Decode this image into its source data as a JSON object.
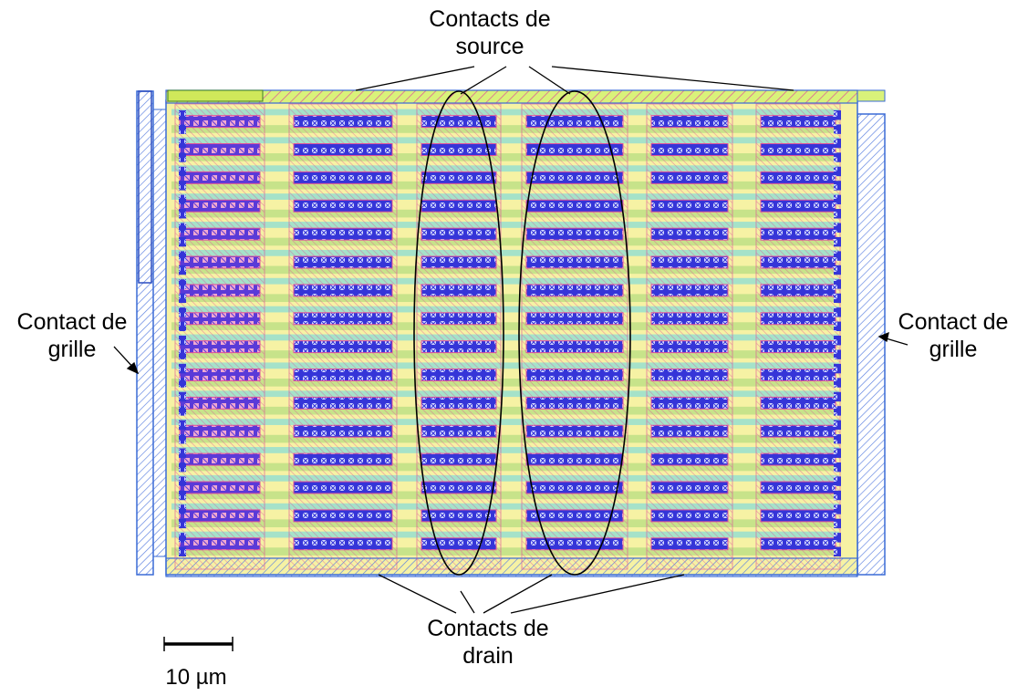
{
  "labels": {
    "source": [
      "Contacts de",
      "source"
    ],
    "drain": [
      "Contacts de",
      "drain"
    ],
    "gate_left": [
      "Contact de",
      "grille"
    ],
    "gate_right": [
      "Contact de",
      "grille"
    ]
  },
  "scale_bar": {
    "label": "10 µm"
  },
  "layout": {
    "columns": [
      {
        "kind": "source"
      },
      {
        "kind": "drain"
      },
      {
        "kind": "source"
      },
      {
        "kind": "drain"
      },
      {
        "kind": "source"
      },
      {
        "kind": "drain"
      }
    ],
    "rows_per_column": 16,
    "highlighted_columns": [
      2,
      3
    ]
  },
  "colors": {
    "metal_pink": "#e0509a",
    "poly_green": "#8fd16a",
    "active_cyan": "#63d6e8",
    "contact_blue": "#3a3adf",
    "yellow": "#f3f06a",
    "outline_blue": "#3a6bd6"
  }
}
